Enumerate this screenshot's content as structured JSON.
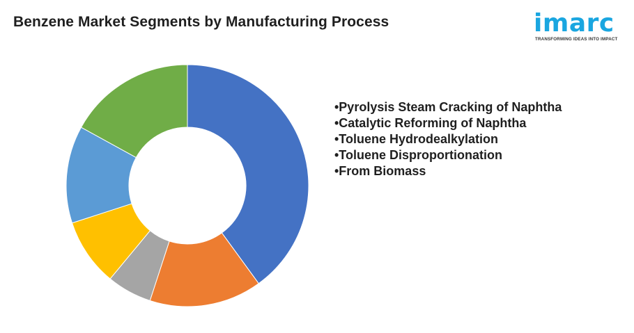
{
  "header": {
    "title": "Benzene Market Segments by Manufacturing Process"
  },
  "logo": {
    "word": "imarc",
    "tagline": "TRANSFORMING IDEAS INTO IMPACT",
    "color": "#1aa6e0"
  },
  "legend": {
    "items": [
      "•Pyrolysis Steam Cracking of Naphtha",
      "•Catalytic Reforming of Naphtha",
      "•Toluene Hydrodealkylation",
      "•Toluene Disproportionation",
      "•From Biomass"
    ]
  },
  "chart_data": {
    "type": "pie",
    "donut": true,
    "title": "Benzene Market Segments by Manufacturing Process",
    "legend_position": "right",
    "slices": [
      {
        "value": 40,
        "color": "#4472c4"
      },
      {
        "value": 15,
        "color": "#ed7d31"
      },
      {
        "value": 6,
        "color": "#a5a5a5"
      },
      {
        "value": 9,
        "color": "#ffc000"
      },
      {
        "value": 13,
        "color": "#5b9bd5"
      },
      {
        "value": 17,
        "color": "#70ad47"
      }
    ]
  }
}
